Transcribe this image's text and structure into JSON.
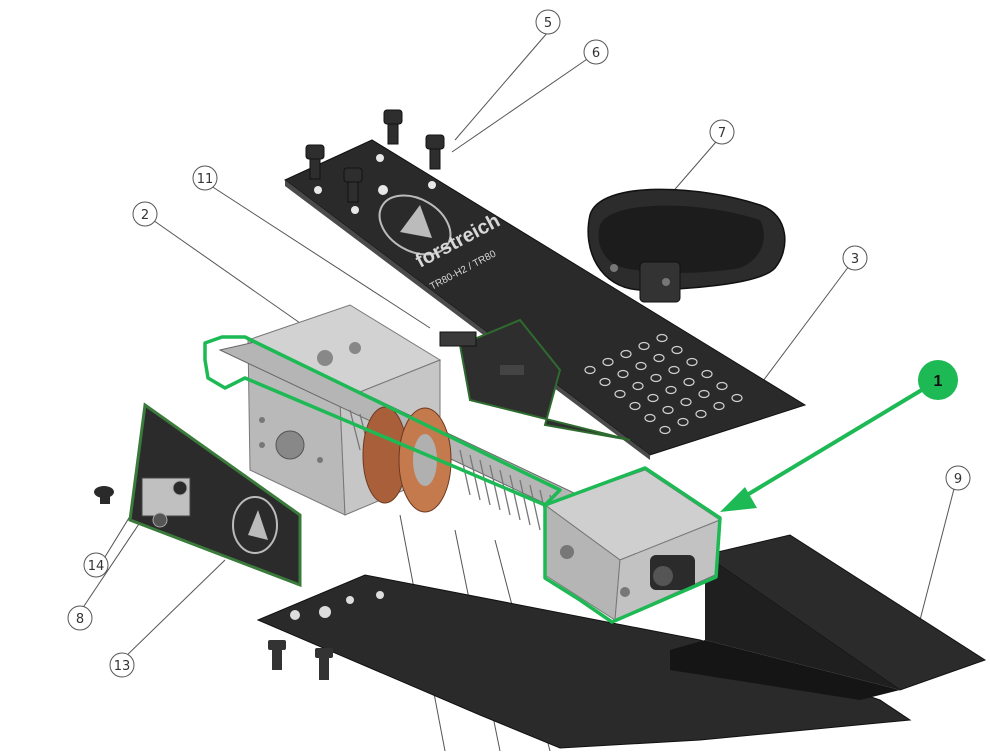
{
  "diagram": {
    "brand_text": "forstreich",
    "model_text": "TR80-H2 / TR80",
    "highlight_callout": "1",
    "highlight_color": "#1db954",
    "part_callouts": [
      "2",
      "3",
      "5",
      "6",
      "7",
      "8",
      "9",
      "11",
      "13",
      "14"
    ],
    "colors": {
      "plate": "#2b2b2b",
      "block": "#c9c9c9",
      "nut": "#b56a3c",
      "spring": "#b8b8b8",
      "pcb_edge": "#3a7a3a"
    }
  }
}
